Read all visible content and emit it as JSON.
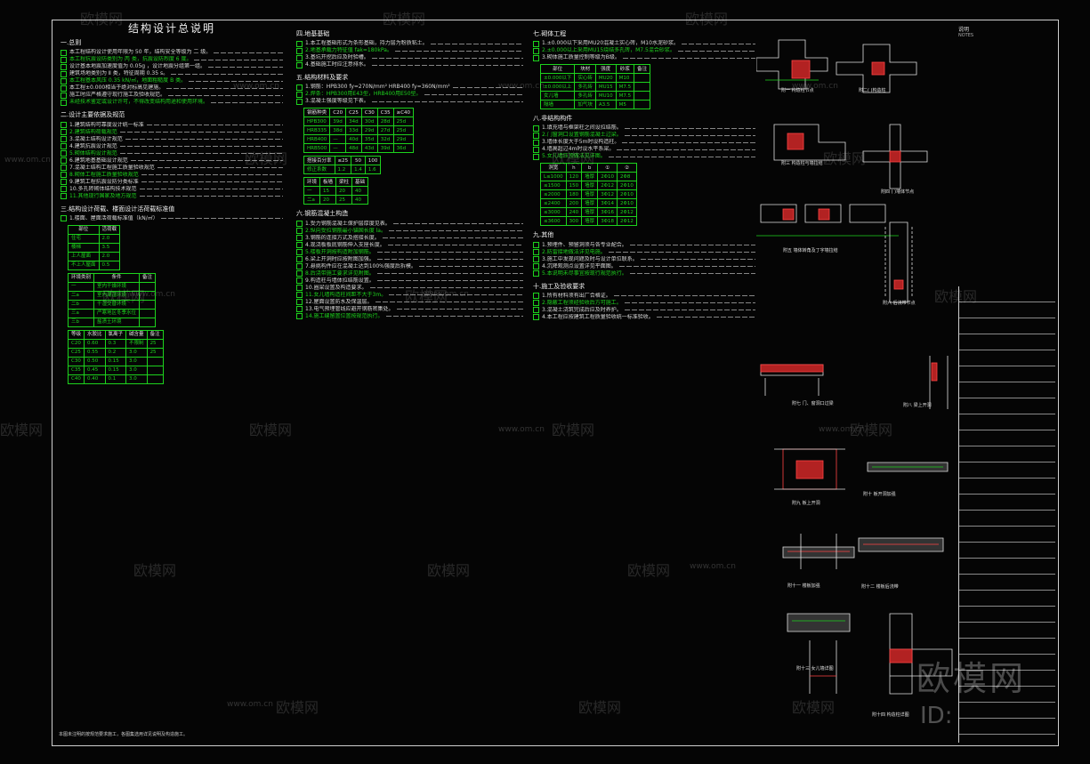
{
  "sheet": {
    "title": "结构设计总说明",
    "notes_label": "说明",
    "notes_sub": "NOTES",
    "footer_note": "本图未注明的按规范要求施工，各图集选用详见说明及构造施工。"
  },
  "col1": {
    "sections": [
      {
        "heading": "一.总则",
        "lines": [
          "本工程结构设计使用年限为  50  年，结构安全等级为  二  级。",
          "本工程抗震设防类别为  丙  类，抗震设防烈度  6  度。",
          "设计基本地震加速度值为  0.05g  ，设计地震分组第一组。",
          "建筑场地类别为  Ⅱ  类，特征周期  0.35  s。",
          "本工程基本风压  0.35  kN/㎡，地面粗糙度  B  类。",
          "本工程±0.000相当于绝对标高见建施。",
          "施工时应严格遵守现行施工及验收规范。",
          "未经技术鉴定或设计许可，不得改变结构用途和使用环境。"
        ]
      },
      {
        "heading": "二.设计主要依据及规范",
        "lines": [
          "1.建筑结构可靠度设计统一标准",
          "2.建筑结构荷载规范",
          "3.混凝土结构设计规范",
          "4.建筑抗震设计规范",
          "5.砌体结构设计规范",
          "6.建筑地基基础设计规范",
          "7.混凝土结构工程施工质量验收规范",
          "8.砌体工程施工质量验收规范",
          "9.建筑工程抗震设防分类标准",
          "10.多孔砖砌体结构技术规范",
          "11.其他现行国家及地方规范"
        ]
      },
      {
        "heading": "三.结构设计荷载、楼面设计活荷载标准值",
        "lines": [
          "1.楼面、屋面活荷载标准值（kN/㎡）"
        ]
      }
    ],
    "load_table": {
      "header": [
        "部位",
        "活荷载"
      ],
      "rows": [
        [
          "住宅",
          "2.0"
        ],
        [
          "楼梯",
          "3.5"
        ],
        [
          "上人屋面",
          "2.0"
        ],
        [
          "不上人屋面",
          "0.5"
        ]
      ]
    },
    "env_table": {
      "header": [
        "环境类别",
        "条件",
        "备注"
      ],
      "rows": [
        [
          "一",
          "室内干燥环境",
          ""
        ],
        [
          "二a",
          "室内潮湿环境",
          ""
        ],
        [
          "二b",
          "干湿交替环境",
          ""
        ],
        [
          "三a",
          "严寒地区冬季水位",
          ""
        ],
        [
          "三b",
          "盐渍土环境",
          ""
        ]
      ]
    },
    "conc_table": {
      "header": [
        "等级",
        "水胶比",
        "氯离子",
        "碱含量",
        "备注"
      ],
      "rows": [
        [
          "C20",
          "0.60",
          "0.3",
          "不限制",
          "25"
        ],
        [
          "C25",
          "0.55",
          "0.2",
          "3.0",
          "25"
        ],
        [
          "C30",
          "0.50",
          "0.15",
          "3.0",
          ""
        ],
        [
          "C35",
          "0.45",
          "0.15",
          "3.0",
          ""
        ],
        [
          "C40",
          "0.40",
          "0.1",
          "3.0",
          ""
        ]
      ]
    }
  },
  "col2": {
    "sections": [
      {
        "heading": "四.地基基础",
        "lines": [
          "1.本工程基础形式为条形基础，持力层为粉质粘土。",
          "2.地基承载力特征值 fak=180kPa。",
          "3.基坑开挖后应及时验槽。",
          "4.基础施工时应注意排水。"
        ]
      },
      {
        "heading": "五.结构材料及要求",
        "lines": [
          "1.钢筋：HPB300 fy=270N/mm²  HRB400 fy=360N/mm²",
          "2.焊条：HPB300用E43型，HRB400用E50型。",
          "3.混凝土强度等级见下表。"
        ]
      },
      {
        "heading": "六.钢筋混凝土构造",
        "lines": [
          "1.受力钢筋混凝土保护层厚度见表。",
          "2.纵向受拉钢筋最小锚固长度 la。",
          "3.钢筋的连接方式及搭接长度。",
          "4.现浇板板底钢筋伸入支座长度。",
          "5.楼板开洞按构造附加钢筋。",
          "6.梁上开洞时应按附图加强。",
          "7.悬挑构件应在混凝土达到100%强度后拆模。",
          "8.后浇带施工要求详见附图。",
          "9.构造柱与墙体拉结筋设置。",
          "10.圈梁设置及构造要求。",
          "11.女儿墙构造柱间距不大于3m。",
          "12.屋面设置防水及保温层。",
          "13.电气预埋管线应避开钢筋密集处。",
          "14.施工缝留置位置按规范执行。"
        ]
      }
    ],
    "anchor_table": {
      "header": [
        "钢筋种类",
        "C20",
        "C25",
        "C30",
        "C35",
        "≥C40"
      ],
      "rows": [
        [
          "HPB300",
          "39d",
          "34d",
          "30d",
          "28d",
          "25d"
        ],
        [
          "HRB335",
          "38d",
          "33d",
          "29d",
          "27d",
          "25d"
        ],
        [
          "HRB400",
          "—",
          "40d",
          "35d",
          "32d",
          "29d"
        ],
        [
          "HRB500",
          "—",
          "48d",
          "43d",
          "39d",
          "36d"
        ]
      ]
    },
    "lap_table": {
      "header": [
        "搭接百分率",
        "≤25",
        "50",
        "100"
      ],
      "rows": [
        [
          "修正系数",
          "1.2",
          "1.4",
          "1.6"
        ]
      ]
    },
    "cover_table": {
      "header": [
        "环境",
        "板墙",
        "梁柱",
        "基础"
      ],
      "rows": [
        [
          "一",
          "15",
          "20",
          "40"
        ],
        [
          "二a",
          "20",
          "25",
          "40"
        ]
      ]
    }
  },
  "col3": {
    "sections": [
      {
        "heading": "七.砌体工程",
        "lines": [
          "1.±0.000以下采用MU20混凝土实心砖，M10水泥砂浆。",
          "2.±0.000以上采用MU15烧结多孔砖，M7.5混合砂浆。",
          "3.砌体施工质量控制等级为B级。"
        ]
      },
      {
        "heading": "八.非结构构件",
        "lines": [
          "1.填充墙与框架柱之间设拉结筋。",
          "2.门窗洞口设置钢筋混凝土过梁。",
          "3.墙体长度大于5m时设构造柱。",
          "4.墙高超过4m时设水平系梁。",
          "5.女儿墙压顶做法见详图。"
        ]
      },
      {
        "heading": "九.其他",
        "lines": [
          "1.预埋件、预留洞须与各专业配合。",
          "2.防雷接地做法详见电施。",
          "3.施工中发现问题及时与设计单位联系。",
          "4.沉降观测点设置详见平面图。",
          "5.本说明未尽事宜按现行规范执行。"
        ]
      },
      {
        "heading": "十.施工及验收要求",
        "lines": [
          "1.所有材料须有出厂合格证。",
          "2.隐蔽工程须经验收后方可施工。",
          "3.混凝土浇筑完成后应及时养护。",
          "4.本工程应按建筑工程质量验收统一标准验收。"
        ]
      }
    ],
    "masonry_table": {
      "header": [
        "部位",
        "块材",
        "强度",
        "砂浆",
        "备注"
      ],
      "rows": [
        [
          "±0.000以下",
          "实心砖",
          "MU20",
          "M10",
          ""
        ],
        [
          "±0.000以上",
          "多孔砖",
          "MU15",
          "M7.5",
          ""
        ],
        [
          "女儿墙",
          "多孔砖",
          "MU10",
          "M7.5",
          ""
        ],
        [
          "隔墙",
          "加气块",
          "A3.5",
          "M5",
          ""
        ]
      ]
    },
    "lintel_table": {
      "header": [
        "洞宽",
        "h",
        "b",
        "①",
        "②"
      ],
      "rows": [
        [
          "L≤1000",
          "120",
          "墙厚",
          "2Φ10",
          "2Φ8"
        ],
        [
          "≤1500",
          "150",
          "墙厚",
          "2Φ12",
          "2Φ10"
        ],
        [
          "≤2000",
          "180",
          "墙厚",
          "3Φ12",
          "2Φ10"
        ],
        [
          "≤2400",
          "200",
          "墙厚",
          "3Φ14",
          "2Φ10"
        ],
        [
          "≤3000",
          "240",
          "墙厚",
          "3Φ16",
          "2Φ12"
        ],
        [
          "≤3600",
          "300",
          "墙厚",
          "3Φ18",
          "2Φ12"
        ]
      ]
    }
  },
  "details": {
    "captions": [
      "附一 构造柱节点",
      "附二( )构造柱",
      "附三 构造柱与墙拉结",
      "附四 ( )墙体节点",
      "附五 墙体转角及丁字墙拉结",
      "附六 后浇带节点",
      "附七 门、窗洞口过梁",
      "附八 梁上开洞",
      "附九 板上开洞",
      "附十 板开洞加强",
      "附十一 楼板加强",
      "附十二 楼板后浇带",
      "附十三 女儿墙详图",
      "附十四 构造柱详图"
    ]
  },
  "watermark": {
    "brand": "欧模网",
    "site": "www.om.cn",
    "id": "ID:"
  }
}
